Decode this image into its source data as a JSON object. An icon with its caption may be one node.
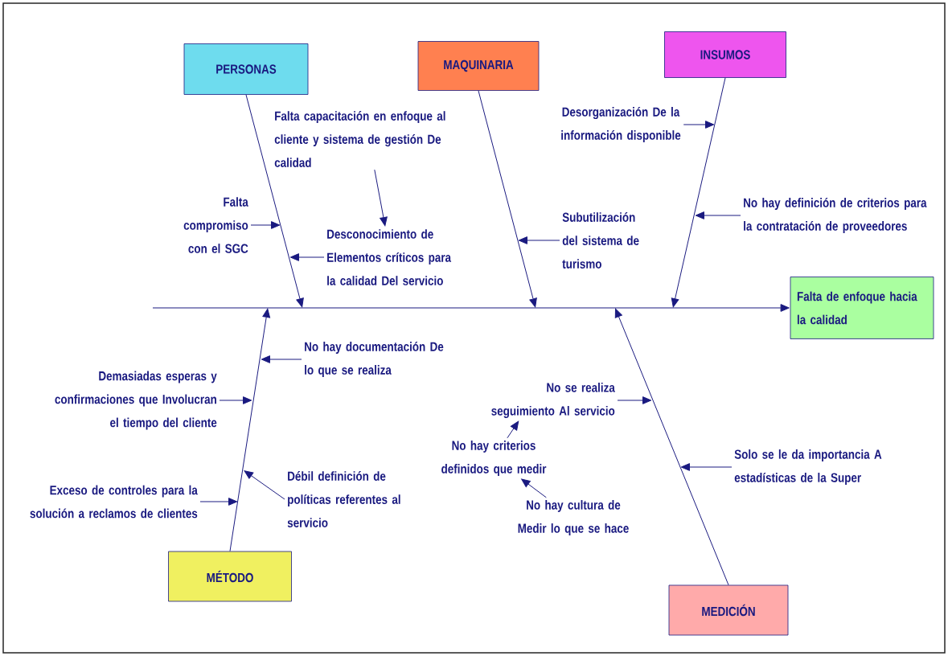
{
  "diagram": {
    "nodes": [
      {
        "text": [
          "PERSONAS"
        ]
      },
      {
        "text": [
          "MAQUINARIA"
        ]
      },
      {
        "text": [
          "INSUMOS"
        ]
      },
      {
        "text": [
          "Falta de enfoque hacia la calidad"
        ]
      },
      {
        "text": [
          "MÉTODO"
        ]
      },
      {
        "text": [
          "MEDICIÓN"
        ]
      },
      {
        "text": [
          "Falta capacitación en enfoque al cliente y sistema de gestión De calidad"
        ]
      },
      {
        "text": [
          "Falta compromiso con el SGC"
        ]
      },
      {
        "text": [
          "Desconocimiento de Elementos críticos para la calidad Del servicio"
        ]
      },
      {
        "text": [
          "Subutilización del sistema de turismo"
        ]
      },
      {
        "text": [
          "Desorganización De la información disponible"
        ]
      },
      {
        "text": [
          "No hay definición de criterios para la contratación de proveedores"
        ]
      },
      {
        "text": [
          "No hay documentación De lo que se realiza"
        ]
      },
      {
        "text": [
          "Demasiadas esperas y confirmaciones que Involucran el tiempo del cliente"
        ]
      },
      {
        "text": [
          "Exceso de controles para la solución a reclamos de clientes"
        ]
      },
      {
        "text": [
          "Débil definición de políticas referentes al servicio"
        ]
      },
      {
        "text": [
          "No se realiza seguimiento Al servicio"
        ]
      },
      {
        "text": [
          "No hay criterios definidos que medir"
        ]
      },
      {
        "text": [
          "No hay cultura de Medir lo que se hace"
        ]
      },
      {
        "text": [
          "Solo se le da importancia A estadísticas de la Super"
        ]
      }
    ],
    "edges": [
      {
        "from": null,
        "to": 3,
        "arrow": "to"
      },
      {
        "from": 0,
        "to": null,
        "arrow": "to"
      },
      {
        "from": 1,
        "to": null,
        "arrow": "to"
      },
      {
        "from": 2,
        "to": null,
        "arrow": "to"
      },
      {
        "from": 4,
        "to": null,
        "arrow": "to"
      },
      {
        "from": 5,
        "to": null,
        "arrow": "to"
      },
      {
        "from": 6,
        "to": 8,
        "arrow": "to"
      },
      {
        "from": 7,
        "to": null,
        "arrow": "to"
      },
      {
        "from": 8,
        "to": null,
        "arrow": "to"
      },
      {
        "from": 9,
        "to": null,
        "arrow": "to"
      },
      {
        "from": 10,
        "to": null,
        "arrow": "to"
      },
      {
        "from": 11,
        "to": null,
        "arrow": "to"
      },
      {
        "from": 12,
        "to": null,
        "arrow": "to"
      },
      {
        "from": 13,
        "to": null,
        "arrow": "to"
      },
      {
        "from": 14,
        "to": null,
        "arrow": "to"
      },
      {
        "from": 15,
        "to": null,
        "arrow": "to"
      },
      {
        "from": 16,
        "to": null,
        "arrow": "to"
      },
      {
        "from": 17,
        "to": 16,
        "arrow": "to"
      },
      {
        "from": 18,
        "to": 17,
        "arrow": "to"
      },
      {
        "from": 19,
        "to": null,
        "arrow": "to"
      }
    ]
  }
}
